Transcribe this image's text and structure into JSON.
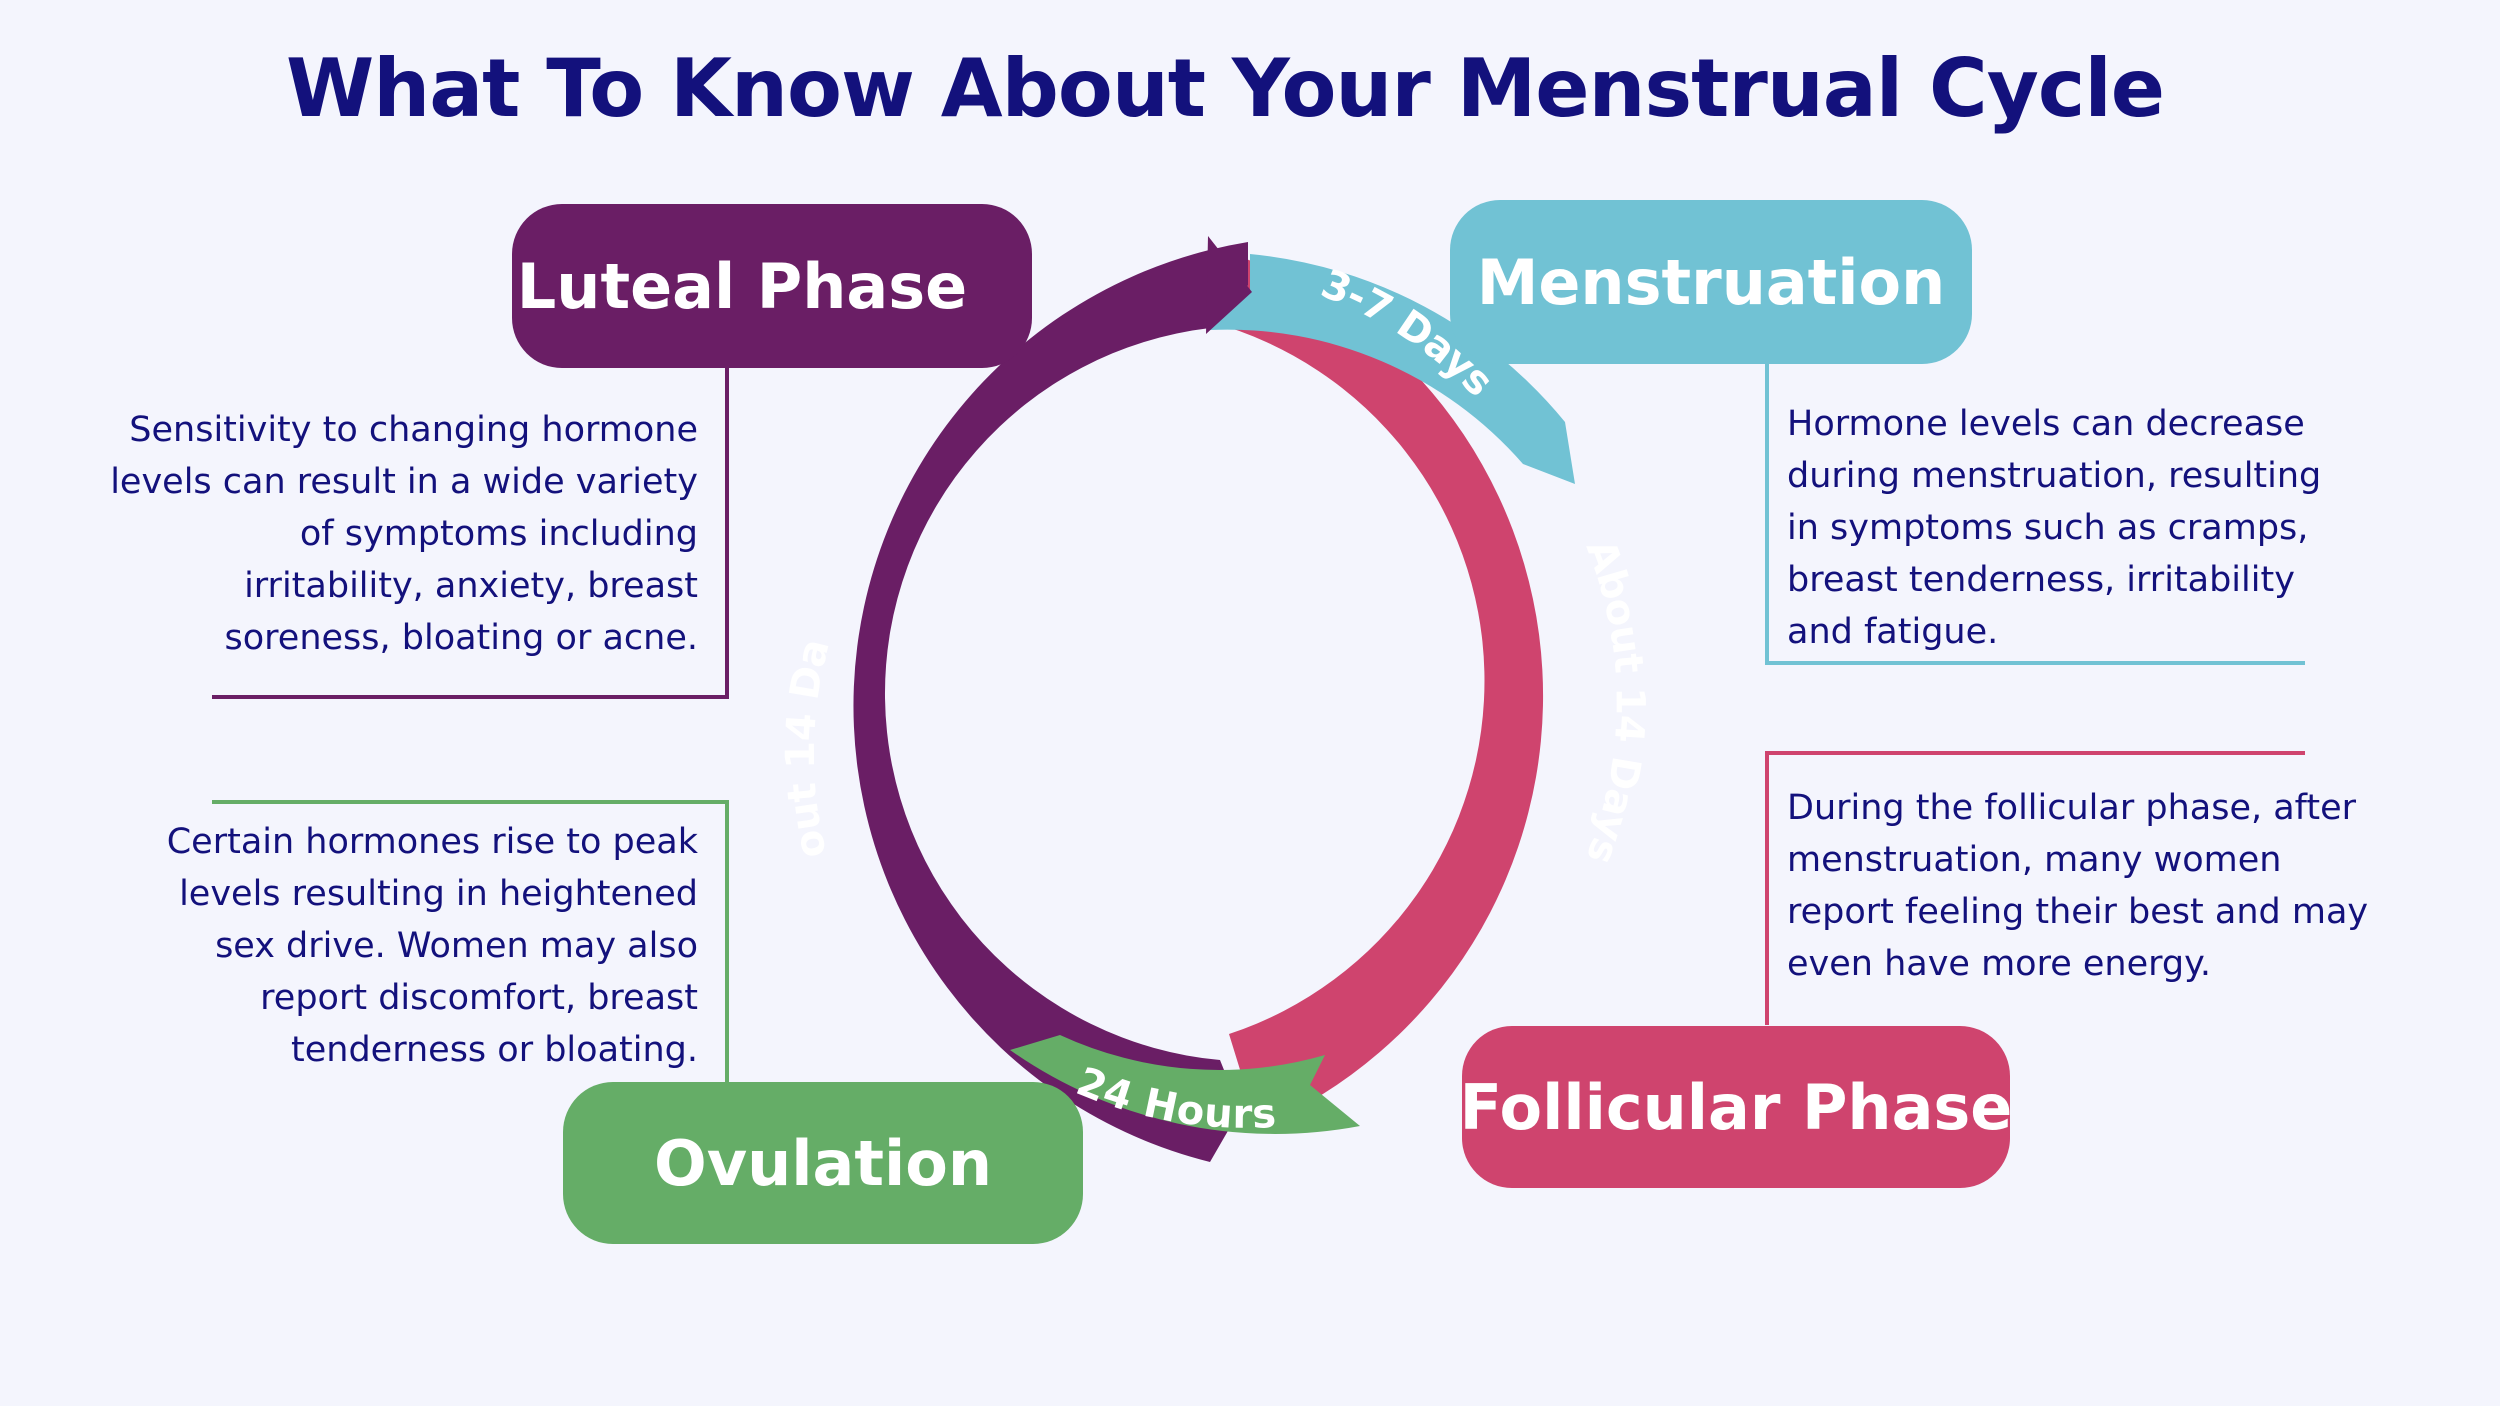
{
  "title": "What To Know About Your Menstrual Cycle",
  "colors": {
    "title": "#13117c",
    "luteal": "#6a1e65",
    "menstruation": "#71c2d4",
    "follicular": "#cf446e",
    "ovulation": "#65ad67",
    "text": "#13117c",
    "background": "#f4f5fd"
  },
  "phases": {
    "luteal": {
      "name": "Luteal Phase",
      "duration": "About 14 Days",
      "description": [
        "Sensitivity to changing hormone",
        "levels can result in a wide variety",
        "of symptoms including",
        "irritability, anxiety, breast",
        "soreness, bloating or acne."
      ]
    },
    "menstruation": {
      "name": "Menstruation",
      "duration": "3-7 Days",
      "description": [
        "Hormone levels can decrease",
        "during menstruation, resulting",
        "in symptoms such as cramps,",
        "breast tenderness, irritability",
        "and fatigue."
      ]
    },
    "follicular": {
      "name": "Follicular Phase",
      "duration": "About 14 Days",
      "description": [
        "During the follicular phase, after",
        "menstruation, many women",
        "report feeling their best and may",
        "even have more energy."
      ]
    },
    "ovulation": {
      "name": "Ovulation",
      "duration": "24 Hours",
      "description": [
        "Certain hormones rise to peak",
        "levels resulting in heightened",
        "sex drive. Women may also",
        "report discomfort, breast",
        "tenderness or bloating."
      ]
    }
  }
}
